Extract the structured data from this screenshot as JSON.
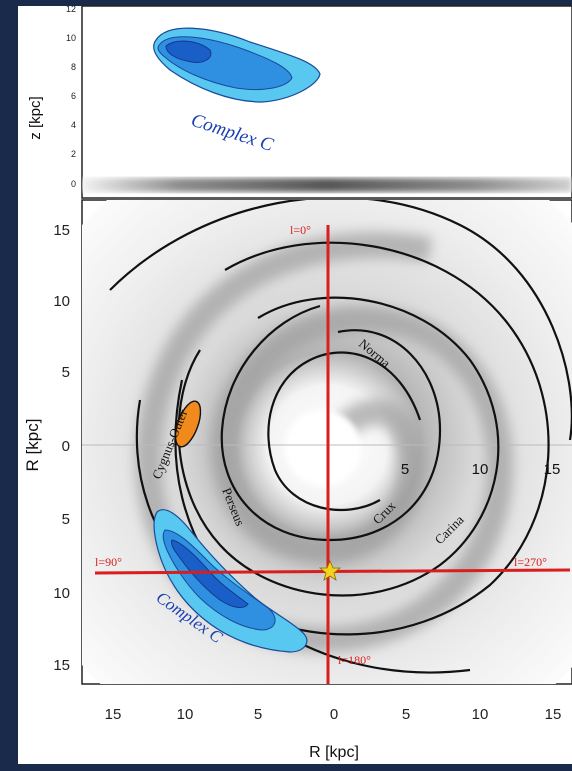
{
  "top_panel": {
    "ylabel": "z [kpc]",
    "yticks": [
      "12",
      "10",
      "8",
      "6",
      "4",
      "2",
      "0"
    ],
    "cloud_label": "Complex C"
  },
  "main_panel": {
    "ylabel": "R [kpc]",
    "xlabel": "R [kpc]",
    "yticks": [
      "15",
      "10",
      "5",
      "0",
      "5",
      "10",
      "15"
    ],
    "xticks": [
      "15",
      "10",
      "5",
      "0",
      "5",
      "10",
      "15"
    ],
    "inner_xticks": [
      "5",
      "10",
      "15"
    ],
    "longitude_labels": {
      "l0": "l=0°",
      "l90": "l=90°",
      "l180": "l=180°",
      "l270": "l=270°"
    },
    "arm_labels": {
      "norma": "Norma",
      "crux": "Crux",
      "carina": "Carina",
      "perseus": "Perseus",
      "cygnus": "Cygnus-Outer"
    },
    "cloud_label": "Complex C"
  },
  "colors": {
    "frame_bg": "#1a2a4a",
    "axis_red": "#d81e1e",
    "cloud_light": "#59c8f0",
    "cloud_mid": "#2f8fe0",
    "cloud_dark": "#1a5ec8",
    "cygnus_orange": "#f08a1c",
    "sun_yellow": "#f5d21c"
  }
}
